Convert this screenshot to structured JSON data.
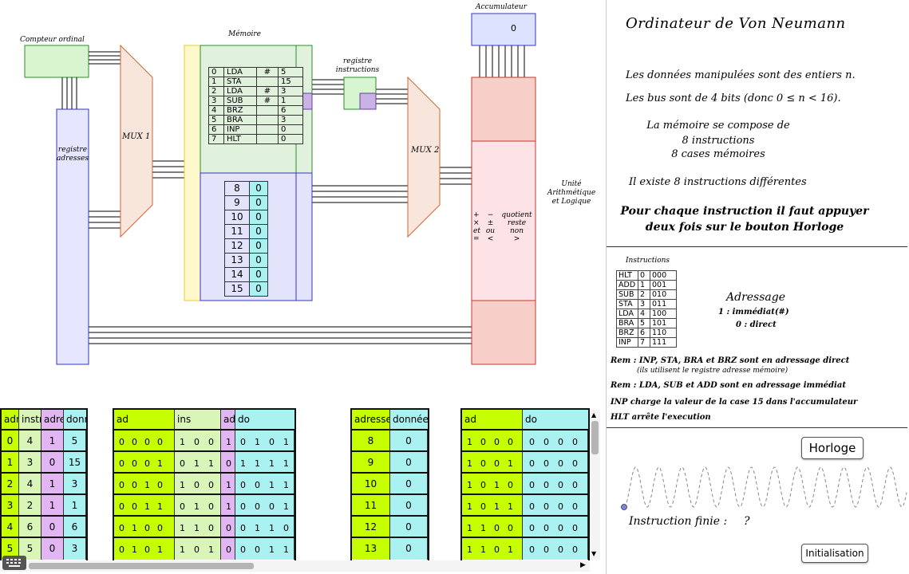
{
  "diagram": {
    "compteur_label": "Compteur ordinal",
    "registre_adresses_label": "registre adresses",
    "mux1_label": "MUX 1",
    "memoire_label": "Mémoire",
    "registre_instructions_label": "registre instructions",
    "mux2_label": "MUX 2",
    "accumulateur_label": "Accumulateur",
    "accumulateur_value": "0",
    "ual_label": "Unité Arithmétique et Logique",
    "ual_ops": [
      "+ − quotient",
      "× ± reste",
      "et ou non",
      "= < >"
    ],
    "program": [
      {
        "addr": "0",
        "op": "LDA",
        "mode": "#",
        "val": "5"
      },
      {
        "addr": "1",
        "op": "STA",
        "mode": "",
        "val": "15"
      },
      {
        "addr": "2",
        "op": "LDA",
        "mode": "#",
        "val": "3"
      },
      {
        "addr": "3",
        "op": "SUB",
        "mode": "#",
        "val": "1"
      },
      {
        "addr": "4",
        "op": "BRZ",
        "mode": "",
        "val": "6"
      },
      {
        "addr": "5",
        "op": "BRA",
        "mode": "",
        "val": "3"
      },
      {
        "addr": "6",
        "op": "INP",
        "mode": "",
        "val": "0"
      },
      {
        "addr": "7",
        "op": "HLT",
        "mode": "",
        "val": "0"
      }
    ],
    "data_cells": [
      {
        "addr": "8",
        "val": "0"
      },
      {
        "addr": "9",
        "val": "0"
      },
      {
        "addr": "10",
        "val": "0"
      },
      {
        "addr": "11",
        "val": "0"
      },
      {
        "addr": "12",
        "val": "0"
      },
      {
        "addr": "13",
        "val": "0"
      },
      {
        "addr": "14",
        "val": "0"
      },
      {
        "addr": "15",
        "val": "0"
      }
    ]
  },
  "sheet1": {
    "headers": [
      "adr",
      "instr",
      "adre",
      "donn"
    ],
    "rows": [
      [
        "0",
        "4",
        "1",
        "5"
      ],
      [
        "1",
        "3",
        "0",
        "15"
      ],
      [
        "2",
        "4",
        "1",
        "3"
      ],
      [
        "3",
        "2",
        "1",
        "1"
      ],
      [
        "4",
        "6",
        "0",
        "6"
      ],
      [
        "5",
        "5",
        "0",
        "3"
      ]
    ]
  },
  "sheet2": {
    "headers": [
      "ad",
      "ins",
      "ad",
      "do"
    ],
    "rows": [
      {
        "a": [
          "0",
          "0",
          "0",
          "0"
        ],
        "i": [
          "1",
          "0",
          "0"
        ],
        "m": "1",
        "d": [
          "0",
          "1",
          "0",
          "1"
        ]
      },
      {
        "a": [
          "0",
          "0",
          "0",
          "1"
        ],
        "i": [
          "0",
          "1",
          "1"
        ],
        "m": "0",
        "d": [
          "1",
          "1",
          "1",
          "1"
        ]
      },
      {
        "a": [
          "0",
          "0",
          "1",
          "0"
        ],
        "i": [
          "1",
          "0",
          "0"
        ],
        "m": "1",
        "d": [
          "0",
          "0",
          "1",
          "1"
        ]
      },
      {
        "a": [
          "0",
          "0",
          "1",
          "1"
        ],
        "i": [
          "0",
          "1",
          "0"
        ],
        "m": "1",
        "d": [
          "0",
          "0",
          "0",
          "1"
        ]
      },
      {
        "a": [
          "0",
          "1",
          "0",
          "0"
        ],
        "i": [
          "1",
          "1",
          "0"
        ],
        "m": "0",
        "d": [
          "0",
          "1",
          "1",
          "0"
        ]
      },
      {
        "a": [
          "0",
          "1",
          "0",
          "1"
        ],
        "i": [
          "1",
          "0",
          "1"
        ],
        "m": "0",
        "d": [
          "0",
          "0",
          "1",
          "1"
        ]
      }
    ]
  },
  "sheet3": {
    "headers": [
      "adresse",
      "donnée"
    ],
    "rows": [
      [
        "8",
        "0"
      ],
      [
        "9",
        "0"
      ],
      [
        "10",
        "0"
      ],
      [
        "11",
        "0"
      ],
      [
        "12",
        "0"
      ],
      [
        "13",
        "0"
      ]
    ]
  },
  "sheet4": {
    "headers": [
      "ad",
      "do"
    ],
    "rows": [
      {
        "a": [
          "1",
          "0",
          "0",
          "0"
        ],
        "d": [
          "0",
          "0",
          "0",
          "0"
        ]
      },
      {
        "a": [
          "1",
          "0",
          "0",
          "1"
        ],
        "d": [
          "0",
          "0",
          "0",
          "0"
        ]
      },
      {
        "a": [
          "1",
          "0",
          "1",
          "0"
        ],
        "d": [
          "0",
          "0",
          "0",
          "0"
        ]
      },
      {
        "a": [
          "1",
          "0",
          "1",
          "1"
        ],
        "d": [
          "0",
          "0",
          "0",
          "0"
        ]
      },
      {
        "a": [
          "1",
          "1",
          "0",
          "0"
        ],
        "d": [
          "0",
          "0",
          "0",
          "0"
        ]
      },
      {
        "a": [
          "1",
          "1",
          "0",
          "1"
        ],
        "d": [
          "0",
          "0",
          "0",
          "0"
        ]
      }
    ]
  },
  "panel": {
    "title": "Ordinateur de Von Neumann",
    "lines": [
      "Les données manipulées sont des entiers n.",
      "Les bus sont de 4 bits (donc 0 ≤ n < 16).",
      "La mémoire se compose de",
      "8 instructions",
      "8 cases mémoires",
      "Il existe 8 instructions différentes"
    ],
    "bold_note": "Pour chaque instruction il faut appuyer deux fois sur le bouton Horloge",
    "instructions_label": "Instructions",
    "instructions": [
      [
        "HLT",
        "0",
        "000"
      ],
      [
        "ADD",
        "1",
        "001"
      ],
      [
        "SUB",
        "2",
        "010"
      ],
      [
        "STA",
        "3",
        "011"
      ],
      [
        "LDA",
        "4",
        "100"
      ],
      [
        "BRA",
        "5",
        "101"
      ],
      [
        "BRZ",
        "6",
        "110"
      ],
      [
        "INP",
        "7",
        "111"
      ]
    ],
    "adressage_title": "Adressage",
    "adressage_1": "1 : immédiat(#)",
    "adressage_0": "0 : direct",
    "rem1": "Rem : INP, STA, BRA et BRZ sont en adressage direct",
    "rem1b": "(ils utilisent le registre adresse mémoire)",
    "rem2": "Rem : LDA, SUB et ADD sont en adressage immédiat",
    "rem3": "INP charge la valeur de la case 15 dans l'accumulateur",
    "rem4": "HLT arrête l'execution",
    "horloge_button": "Horloge",
    "instruction_finie_label": "Instruction finie :",
    "instruction_finie_value": "?",
    "init_button": "Initialisation"
  }
}
